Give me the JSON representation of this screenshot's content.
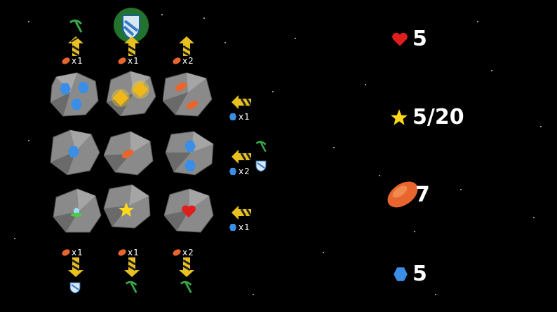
{
  "top_row": {
    "costs": [
      {
        "qty": "x1",
        "tool": "pickaxe-icon"
      },
      {
        "qty": "x1",
        "tool": "shield-icon"
      },
      {
        "qty": "x2",
        "tool": "none"
      }
    ]
  },
  "right_col": {
    "costs": [
      {
        "qty": "x1"
      },
      {
        "qty": "x2"
      },
      {
        "qty": "x1"
      }
    ]
  },
  "bottom_row": {
    "costs": [
      {
        "qty": "x1",
        "tool": "shield-icon"
      },
      {
        "qty": "x1",
        "tool": "pickaxe-icon"
      },
      {
        "qty": "x2",
        "tool": "pickaxe-icon"
      }
    ]
  },
  "grid": [
    [
      "blue-gems-3",
      "yellow-stars-2",
      "orange-ore-2"
    ],
    [
      "blue-gem-1",
      "orange-ore-1",
      "blue-gems-2"
    ],
    [
      "ufo-1",
      "yellow-star-1",
      "red-heart-1"
    ]
  ],
  "hud": {
    "lives": "5",
    "stars": "5/20",
    "ore": "7",
    "gems": "5"
  },
  "colors": {
    "heart": "#e01e1e",
    "star": "#ffd91a",
    "ore": "#e8662e",
    "gem": "#3a8ee6",
    "hazard_yellow": "#e8c020",
    "shield_glow": "#2e9a3e"
  }
}
